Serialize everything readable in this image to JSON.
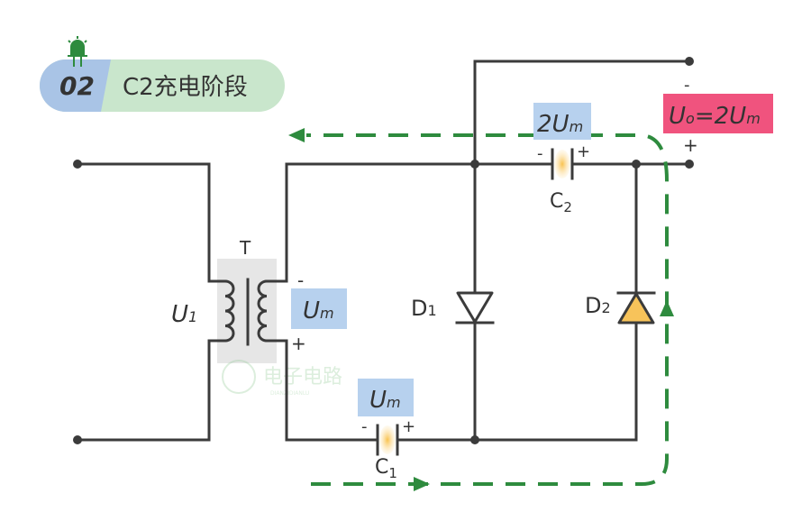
{
  "title": {
    "number": "02",
    "text": "C2充电阶段"
  },
  "labels": {
    "transformer": "T",
    "input_voltage": "U",
    "input_voltage_sub": "1",
    "secondary_voltage": "U",
    "secondary_voltage_sub": "m",
    "c1_voltage": "U",
    "c1_voltage_sub": "m",
    "c2_voltage_prefix": "2U",
    "c2_voltage_sub": "m",
    "output": {
      "u": "U",
      "o": "o",
      "eq": "=2U",
      "m": "m"
    },
    "c1": "C",
    "c1_sub": "1",
    "c2": "C",
    "c2_sub": "2",
    "d1": "D",
    "d1_sub": "1",
    "d2": "D",
    "d2_sub": "2",
    "minus": "-",
    "plus": "+"
  },
  "watermark": {
    "cn": "电子电路",
    "en": "DIANZIDIANLU"
  },
  "colors": {
    "wire": "#3b3b3b",
    "current_path": "#2e8b3e",
    "voltage_box": "#b7d1ee",
    "output_box": "#f0537e",
    "title_green": "#c9e6cc",
    "title_blue": "#a9c4e6",
    "diode_active": "#f7c35a"
  }
}
